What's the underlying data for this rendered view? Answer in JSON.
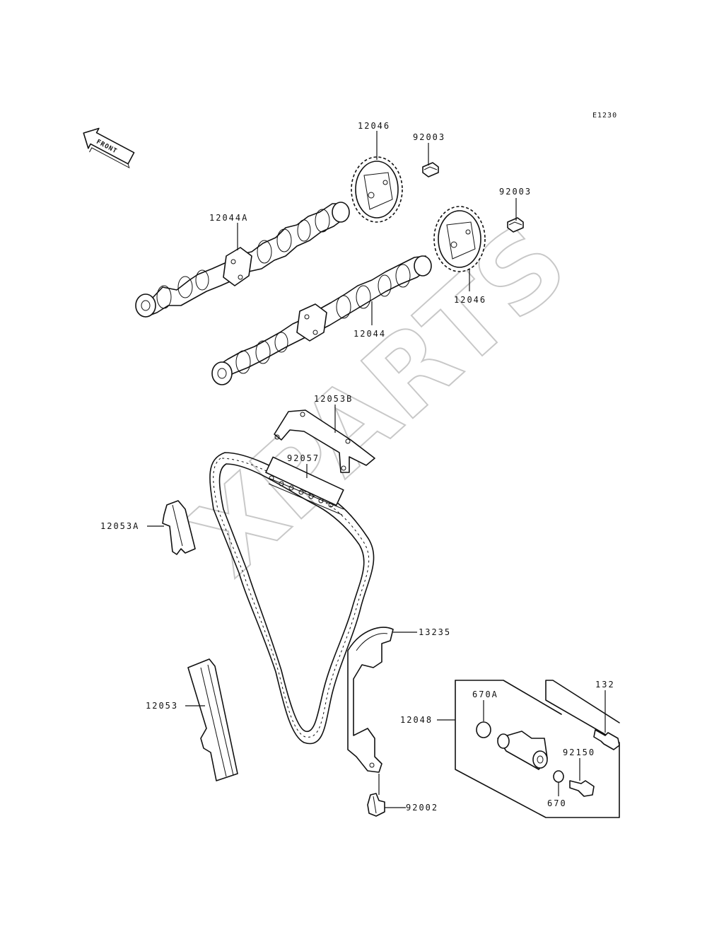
{
  "diagram_code": "E1230",
  "front_label": "FRONT",
  "watermark": "XPARTS",
  "parts": {
    "p12046_top": "12046",
    "p92003_top": "92003",
    "p92003_right": "92003",
    "p12044A": "12044A",
    "p12046_right": "12046",
    "p12044": "12044",
    "p12053B": "12053B",
    "p92057": "92057",
    "p12053A": "12053A",
    "p13235": "13235",
    "p12053": "12053",
    "p12048": "12048",
    "p132": "132",
    "p670A": "670A",
    "p92150": "92150",
    "p670": "670",
    "p92002": "92002"
  }
}
